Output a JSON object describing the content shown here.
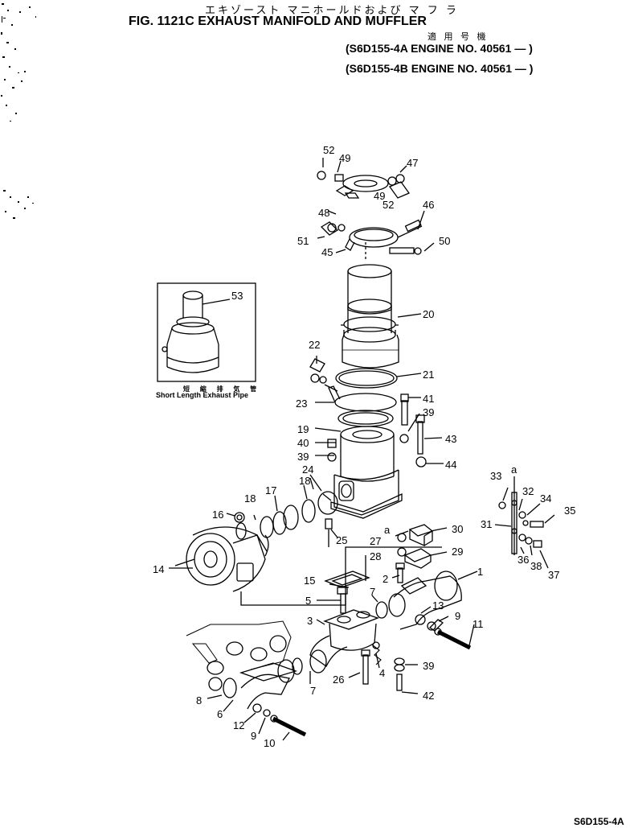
{
  "header": {
    "jp_title": "エキゾースト マニホールドおよび マ フ ラ",
    "fig_title": "FIG. 1121C  EXHAUST MANIFOLD AND MUFFLER",
    "jp_applicable": "適 用 号 機",
    "applicability": [
      "(S6D155-4A  ENGINE NO. 40561 — )",
      "(S6D155-4B  ENGINE NO. 40561 — )"
    ]
  },
  "inset": {
    "jp_caption": "短 縮 排 気 管",
    "caption": "Short  Length  Exhaust  Pipe",
    "label": "53"
  },
  "callouts": {
    "c52a": "52",
    "c49a": "49",
    "c47": "47",
    "c49b": "49",
    "c52b": "52",
    "c46": "46",
    "c48": "48",
    "c51": "51",
    "c45": "45",
    "c50": "50",
    "c53": "53",
    "c20": "20",
    "c22": "22",
    "c21": "21",
    "c23": "23",
    "c41": "41",
    "c19": "19",
    "c39a": "39",
    "c40": "40",
    "c43": "43",
    "c39b": "39",
    "c24": "24",
    "c44": "44",
    "c18a": "18",
    "c17": "17",
    "c18b": "18",
    "c16": "16",
    "c25": "25",
    "c27": "27",
    "c30": "30",
    "c28": "28",
    "c29": "29",
    "c14": "14",
    "c15": "15",
    "c7a": "7",
    "c1": "1",
    "c2": "2",
    "c5": "5",
    "c13": "13",
    "c9a": "9",
    "c3": "3",
    "c11": "11",
    "c39c": "39",
    "c4": "4",
    "c26": "26",
    "c7b": "7",
    "c42": "42",
    "c8": "8",
    "c6": "6",
    "c12": "12",
    "c9b": "9",
    "c10": "10",
    "c33": "33",
    "c32": "32",
    "c34": "34",
    "c35": "35",
    "c31": "31",
    "c36": "36",
    "c38": "38",
    "c37": "37",
    "ca1": "a",
    "ca2": "a"
  },
  "footer_code": "S6D155-4A"
}
